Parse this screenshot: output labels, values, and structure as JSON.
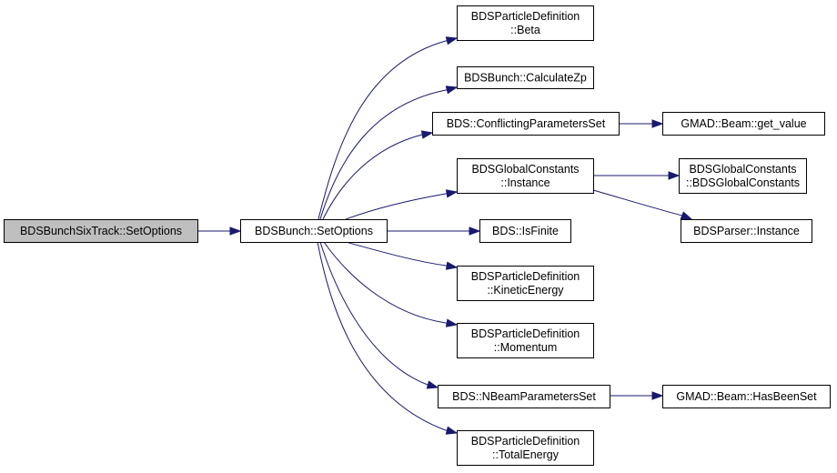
{
  "diagram": {
    "edge_color": "#191970",
    "root_fill": "#bfbfbf",
    "nodes": [
      {
        "id": "n0",
        "lines": [
          "BDSBunchSixTrack::SetOptions"
        ]
      },
      {
        "id": "n1",
        "lines": [
          "BDSBunch::SetOptions"
        ]
      },
      {
        "id": "n2",
        "lines": [
          "BDSParticleDefinition",
          "::Beta"
        ]
      },
      {
        "id": "n3",
        "lines": [
          "BDSBunch::CalculateZp"
        ]
      },
      {
        "id": "n4",
        "lines": [
          "BDS::ConflictingParametersSet"
        ]
      },
      {
        "id": "n5",
        "lines": [
          "BDSGlobalConstants",
          "::Instance"
        ]
      },
      {
        "id": "n6",
        "lines": [
          "BDS::IsFinite"
        ]
      },
      {
        "id": "n7",
        "lines": [
          "BDSParticleDefinition",
          "::KineticEnergy"
        ]
      },
      {
        "id": "n8",
        "lines": [
          "BDSParticleDefinition",
          "::Momentum"
        ]
      },
      {
        "id": "n9",
        "lines": [
          "BDS::NBeamParametersSet"
        ]
      },
      {
        "id": "n10",
        "lines": [
          "BDSParticleDefinition",
          "::TotalEnergy"
        ]
      },
      {
        "id": "n11",
        "lines": [
          "GMAD::Beam::get_value"
        ]
      },
      {
        "id": "n12",
        "lines": [
          "BDSGlobalConstants",
          "::BDSGlobalConstants"
        ]
      },
      {
        "id": "n13",
        "lines": [
          "BDSParser::Instance"
        ]
      },
      {
        "id": "n14",
        "lines": [
          "GMAD::Beam::HasBeenSet"
        ]
      }
    ],
    "edges": [
      {
        "from": "n0",
        "to": "n1"
      },
      {
        "from": "n1",
        "to": "n2"
      },
      {
        "from": "n1",
        "to": "n3"
      },
      {
        "from": "n1",
        "to": "n4"
      },
      {
        "from": "n1",
        "to": "n5"
      },
      {
        "from": "n1",
        "to": "n6"
      },
      {
        "from": "n1",
        "to": "n7"
      },
      {
        "from": "n1",
        "to": "n8"
      },
      {
        "from": "n1",
        "to": "n9"
      },
      {
        "from": "n1",
        "to": "n10"
      },
      {
        "from": "n4",
        "to": "n11"
      },
      {
        "from": "n5",
        "to": "n12"
      },
      {
        "from": "n5",
        "to": "n13"
      },
      {
        "from": "n9",
        "to": "n14"
      }
    ]
  }
}
